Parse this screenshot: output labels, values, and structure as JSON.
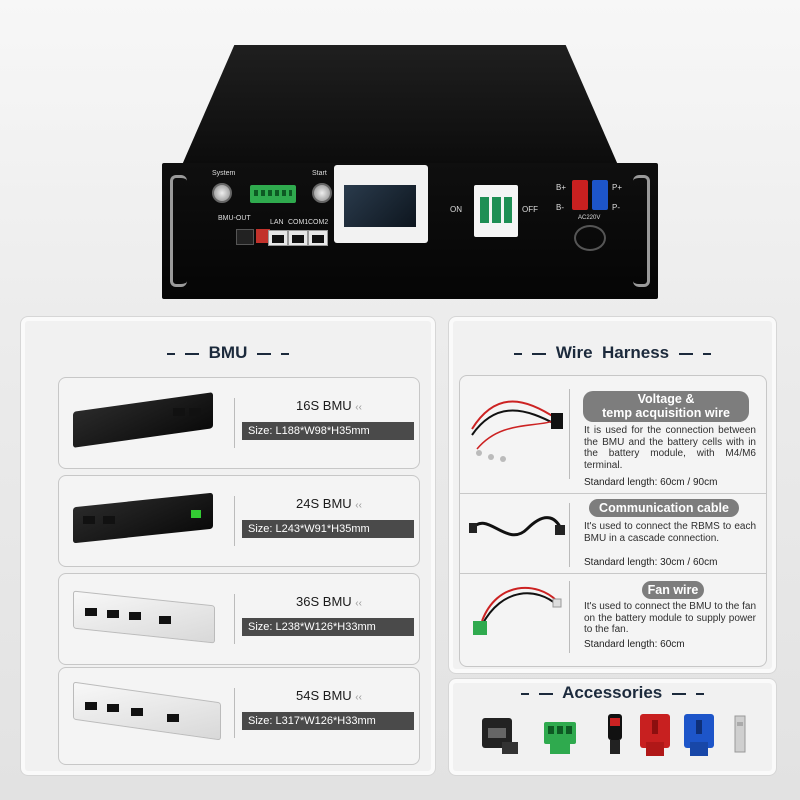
{
  "rack": {
    "label_system": "System",
    "label_start": "Start",
    "label_bmu_out": "BMU-OUT",
    "label_lan": "LAN",
    "label_com1": "COM1",
    "label_com2": "COM2",
    "label_on": "ON",
    "label_off": "OFF",
    "label_bplus": "B+",
    "label_bminus": "B-",
    "label_pplus": "P+",
    "label_pminus": "P-",
    "label_ac": "AC220V"
  },
  "bmu_panel": {
    "title": "BMU",
    "items": [
      {
        "name": "16S BMU",
        "size": "Size: L188*W98*H35mm",
        "color": "black"
      },
      {
        "name": "24S BMU",
        "size": "Size: L243*W91*H35mm",
        "color": "black"
      },
      {
        "name": "36S BMU",
        "size": "Size: L238*W126*H33mm",
        "color": "white"
      },
      {
        "name": "54S BMU",
        "size": "Size: L317*W126*H33mm",
        "color": "white"
      }
    ]
  },
  "wire_panel": {
    "title": "Wire  Harness",
    "items": [
      {
        "title_line1": "Voltage &",
        "title_line2": "temp acquisition wire",
        "desc": "It is used for the connection between the BMU and the battery cells with in the battery module, with M4/M6 terminal.",
        "length": "Standard length: 60cm / 90cm"
      },
      {
        "title_line1": "Communication cable",
        "title_line2": "",
        "desc": "It's used to connect the RBMS to each BMU in a cascade connection.",
        "length": "Standard length: 30cm / 60cm"
      },
      {
        "title_line1": "Fan wire",
        "title_line2": "",
        "desc": "It's used to connect the BMU to the fan on the battery module to supply power to the fan.",
        "length": "Standard length: 60cm"
      }
    ]
  },
  "accessories_panel": {
    "title": "Accessories"
  },
  "colors": {
    "heading": "#1c2a3c",
    "size_bar": "#4a4a4a",
    "pill": "#7d7d7d",
    "red_plug": "#c82020",
    "blue_plug": "#1d55c9",
    "green_terminal": "#2faa4e"
  }
}
